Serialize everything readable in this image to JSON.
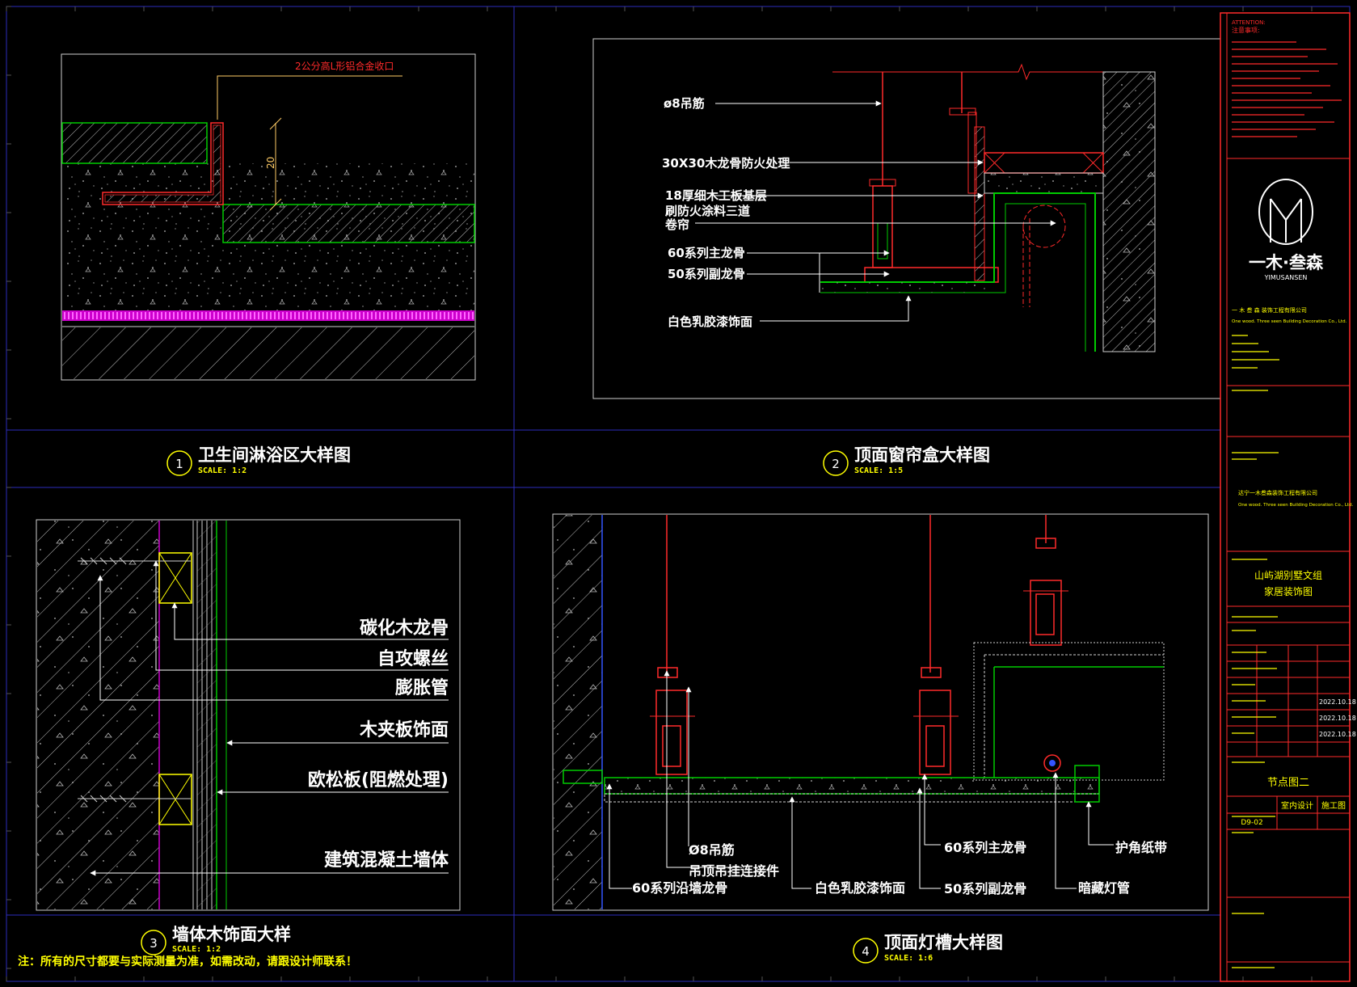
{
  "colors": {
    "background": "#000000",
    "frame": "#3333cc",
    "green": "#00cc00",
    "red": "#ff2020",
    "yellow": "#ffff00",
    "magenta": "#ff00ff",
    "white": "#ffffff",
    "cyan": "#00ffff"
  },
  "d1": {
    "num": "1",
    "title": "卫生间淋浴区大样图",
    "scale": "SCALE: 1:2",
    "note": "2公分高L形铝合金收口",
    "dim": "20"
  },
  "d2": {
    "num": "2",
    "title": "顶面窗帘盒大样图",
    "scale": "SCALE: 1:5",
    "labels": [
      "ø8吊筋",
      "30X30木龙骨防火处理",
      "18厚细木工板基层",
      "刷防火涂料三道",
      "卷帘",
      "60系列主龙骨",
      "50系列副龙骨",
      "白色乳胶漆饰面"
    ]
  },
  "d3": {
    "num": "3",
    "title": "墙体木饰面大样",
    "scale": "SCALE: 1:2",
    "labels": [
      "碳化木龙骨",
      "自攻螺丝",
      "膨胀管",
      "木夹板饰面",
      "欧松板(阻燃处理)",
      "建筑混凝土墙体"
    ]
  },
  "d4": {
    "num": "4",
    "title": "顶面灯槽大样图",
    "scale": "SCALE: 1:6",
    "labels": [
      "Ø8吊筋",
      "吊顶吊挂连接件",
      "60系列沿墙龙骨",
      "白色乳胶漆饰面",
      "60系列主龙骨",
      "50系列副龙骨",
      "护角纸带",
      "暗藏灯管"
    ]
  },
  "note": "注：所有的尺寸都要与实际测量为准，如需改动，请跟设计师联系！",
  "titleblock": {
    "attention": "ATTENTION:",
    "attention_cn": "注意事项:",
    "logo_cn": "一木·叁森",
    "logo_en": "YIMUSANSEN",
    "company_cn": "一 木 叁 森   装饰工程有限公司",
    "company_en": "One wood. Three seen Building Decoration Co., Ltd.",
    "client_cn": "达宁一木叁森装饰工程有限公司",
    "client_en": "One wood. Three seen Building Decoration Co., Ltd.",
    "project_line1": "山屿湖别墅文组",
    "project_line2": "家居装饰图",
    "dates": [
      "2022.10.18",
      "2022.10.18",
      "2022.10.18"
    ],
    "drawing_name": "节点图二",
    "discipline": "室内设计",
    "stage": "施工图",
    "drawing_no": "D9-02"
  }
}
